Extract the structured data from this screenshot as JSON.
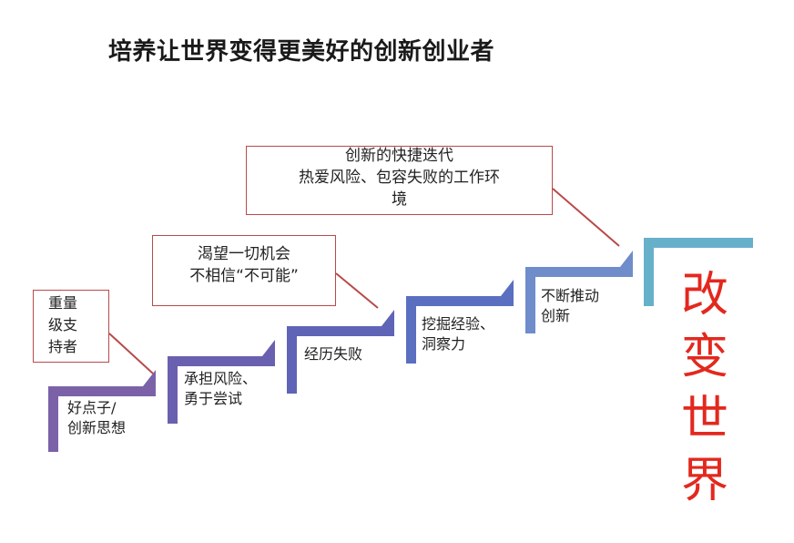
{
  "title": "培养让世界变得更美好的创新创业者",
  "steps": [
    {
      "lines": [
        "好点子/",
        "创新思想"
      ],
      "color": "#7b62a8"
    },
    {
      "lines": [
        "承担风险、",
        "勇于尝试"
      ],
      "color": "#6a60b0"
    },
    {
      "lines": [
        "经历失败"
      ],
      "color": "#5f64b7"
    },
    {
      "lines": [
        "挖掘经验、",
        "洞察力"
      ],
      "color": "#5a6fc0"
    },
    {
      "lines": [
        "不断推动",
        "创新"
      ],
      "color": "#6f8dca"
    },
    {
      "lines": [],
      "color": "#67b0ca"
    }
  ],
  "callouts": [
    {
      "lines": [
        "重量",
        "级支",
        "持者"
      ]
    },
    {
      "lines": [
        "渴望一切机会",
        "不相信“不可能”"
      ]
    },
    {
      "lines": [
        "创新的快捷迭代",
        "热爱风险、包容失败的工作环",
        "境"
      ]
    }
  ],
  "goal": {
    "chars": [
      "改",
      "变",
      "世",
      "界"
    ],
    "color": "#e3281e"
  },
  "colors": {
    "callout_border": "#b84a4a",
    "connector": "#b84a4a"
  }
}
